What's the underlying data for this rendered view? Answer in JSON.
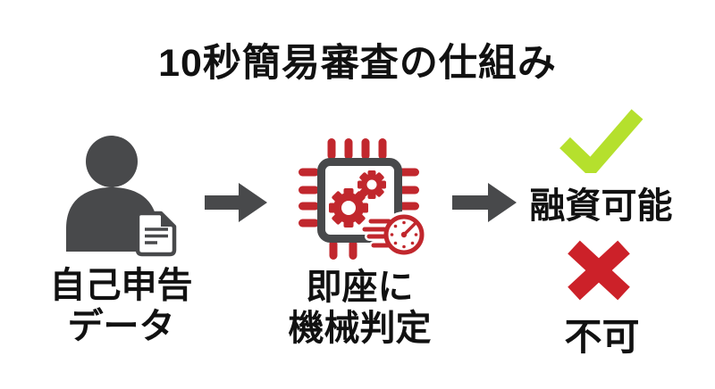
{
  "title": "10秒簡易審査の仕組み",
  "flow": {
    "steps": [
      {
        "icon": "person-document-icon",
        "line1": "自己申告",
        "line2": "データ"
      },
      {
        "icon": "cpu-gears-speedometer-icon",
        "line1": "即座に",
        "line2": "機械判定"
      }
    ],
    "arrow_icon": "right-arrow-icon",
    "outcomes": [
      {
        "icon": "checkmark-icon",
        "label": "融資可能"
      },
      {
        "icon": "cross-icon",
        "label": "不可"
      }
    ]
  },
  "colors": {
    "background": "#ffffff",
    "text": "#111111",
    "icon_gray": "#48494b",
    "accent_red": "#c1272d",
    "check_green": "#b5e02d",
    "cross_red": "#cc2129"
  }
}
